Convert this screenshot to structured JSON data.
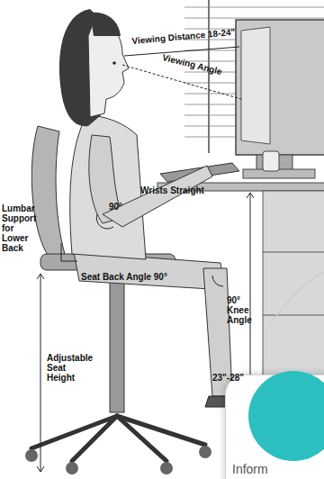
{
  "diagram": {
    "nodes": [
      {
        "text": [
          "Inform"
        ]
      }
    ],
    "labels": [
      "Viewing Distance 18-24\"",
      "Viewing Angle",
      "Wrists Straight",
      "90°",
      "Lumbar Support for Lower Back",
      "Seat Back Angle 90°",
      "90° Knee Angle",
      "Adjustable Seat Height",
      "23\"-28\""
    ]
  }
}
